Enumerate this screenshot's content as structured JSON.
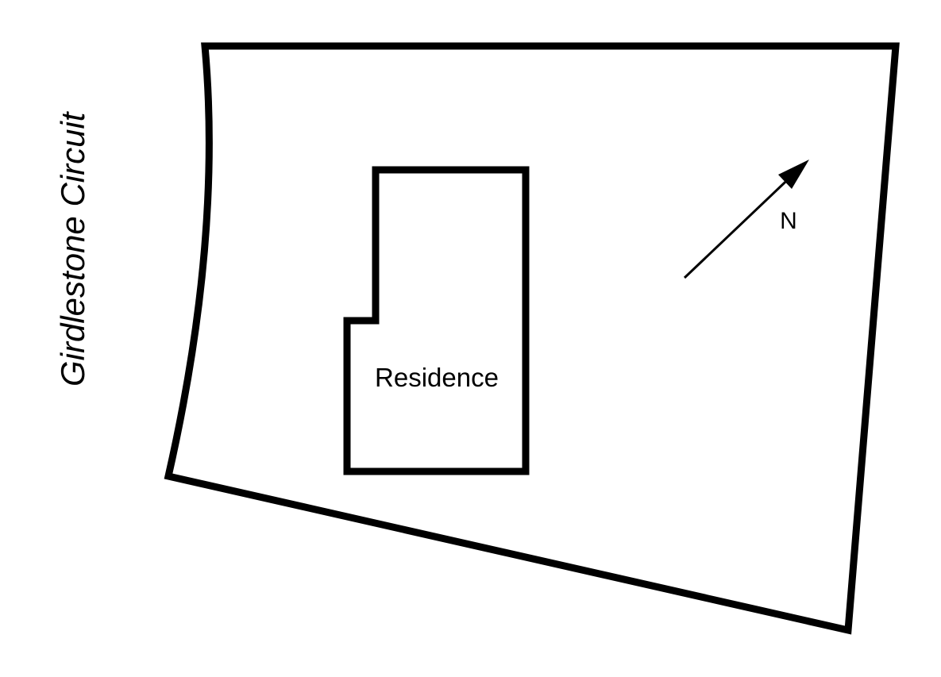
{
  "street": {
    "name": "Girdlestone Circuit"
  },
  "building": {
    "label": "Residence"
  },
  "north_arrow": {
    "label": "N"
  },
  "colors": {
    "stroke": "#000000",
    "background": "#ffffff"
  }
}
